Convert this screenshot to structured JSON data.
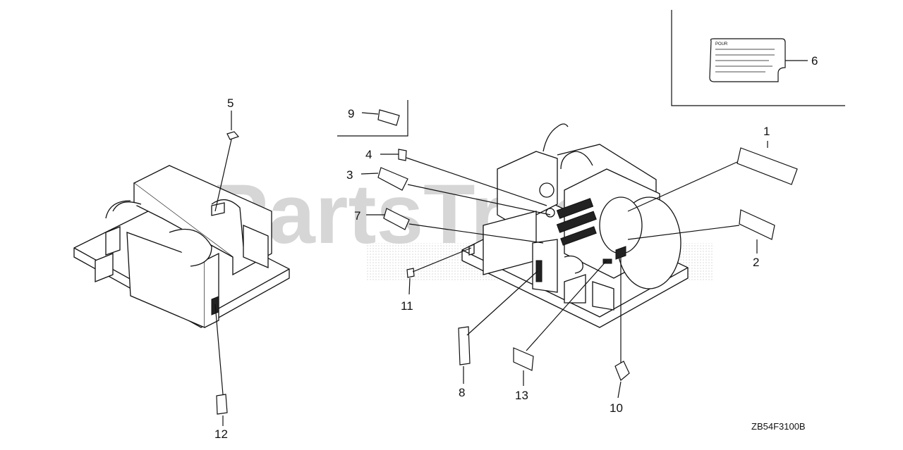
{
  "diagram": {
    "callouts": [
      "1",
      "2",
      "3",
      "4",
      "5",
      "6",
      "7",
      "8",
      "9",
      "10",
      "11",
      "12",
      "13"
    ],
    "drawing_code": "ZB54F3100B",
    "inset_label_text": "POUR",
    "watermark": {
      "text": "PartsTree",
      "kind": "watermark-logo"
    }
  }
}
